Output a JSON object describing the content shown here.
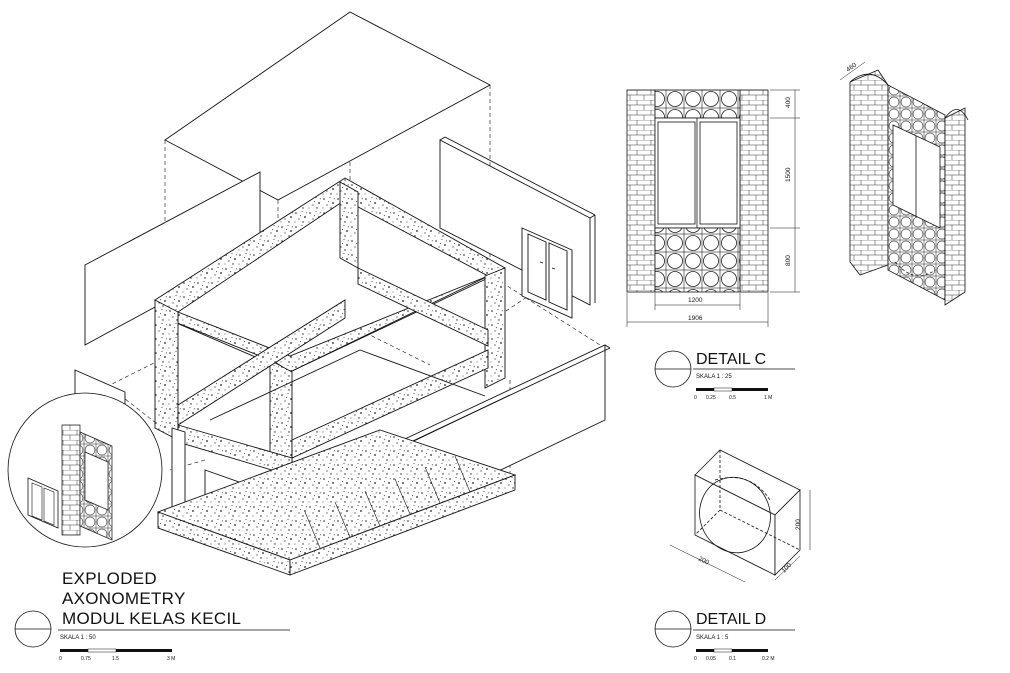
{
  "main_title": {
    "line1": "EXPLODED",
    "line2": "AXONOMETRY",
    "line3": "MODUL KELAS KECIL",
    "scale": "SKALA 1 : 50",
    "ticks": [
      "0",
      "0.75",
      "1.5",
      "3 M"
    ]
  },
  "detail_c": {
    "title": "DETAIL C",
    "scale": "SKALA 1 : 25",
    "ticks": [
      "0",
      "0.25",
      "0.5",
      "1 M"
    ],
    "dims": {
      "top": "400",
      "middle": "1500",
      "bottom": "800",
      "inner_width": "1200",
      "outer_width": "1906"
    }
  },
  "detail_iso": {
    "dim": "460"
  },
  "detail_d": {
    "title": "DETAIL D",
    "scale": "SKALA 1 : 5",
    "ticks": [
      "0",
      "0.05",
      "0.1",
      "0.2 M"
    ],
    "dims": {
      "width": "200",
      "height": "200",
      "depth": "100"
    }
  }
}
